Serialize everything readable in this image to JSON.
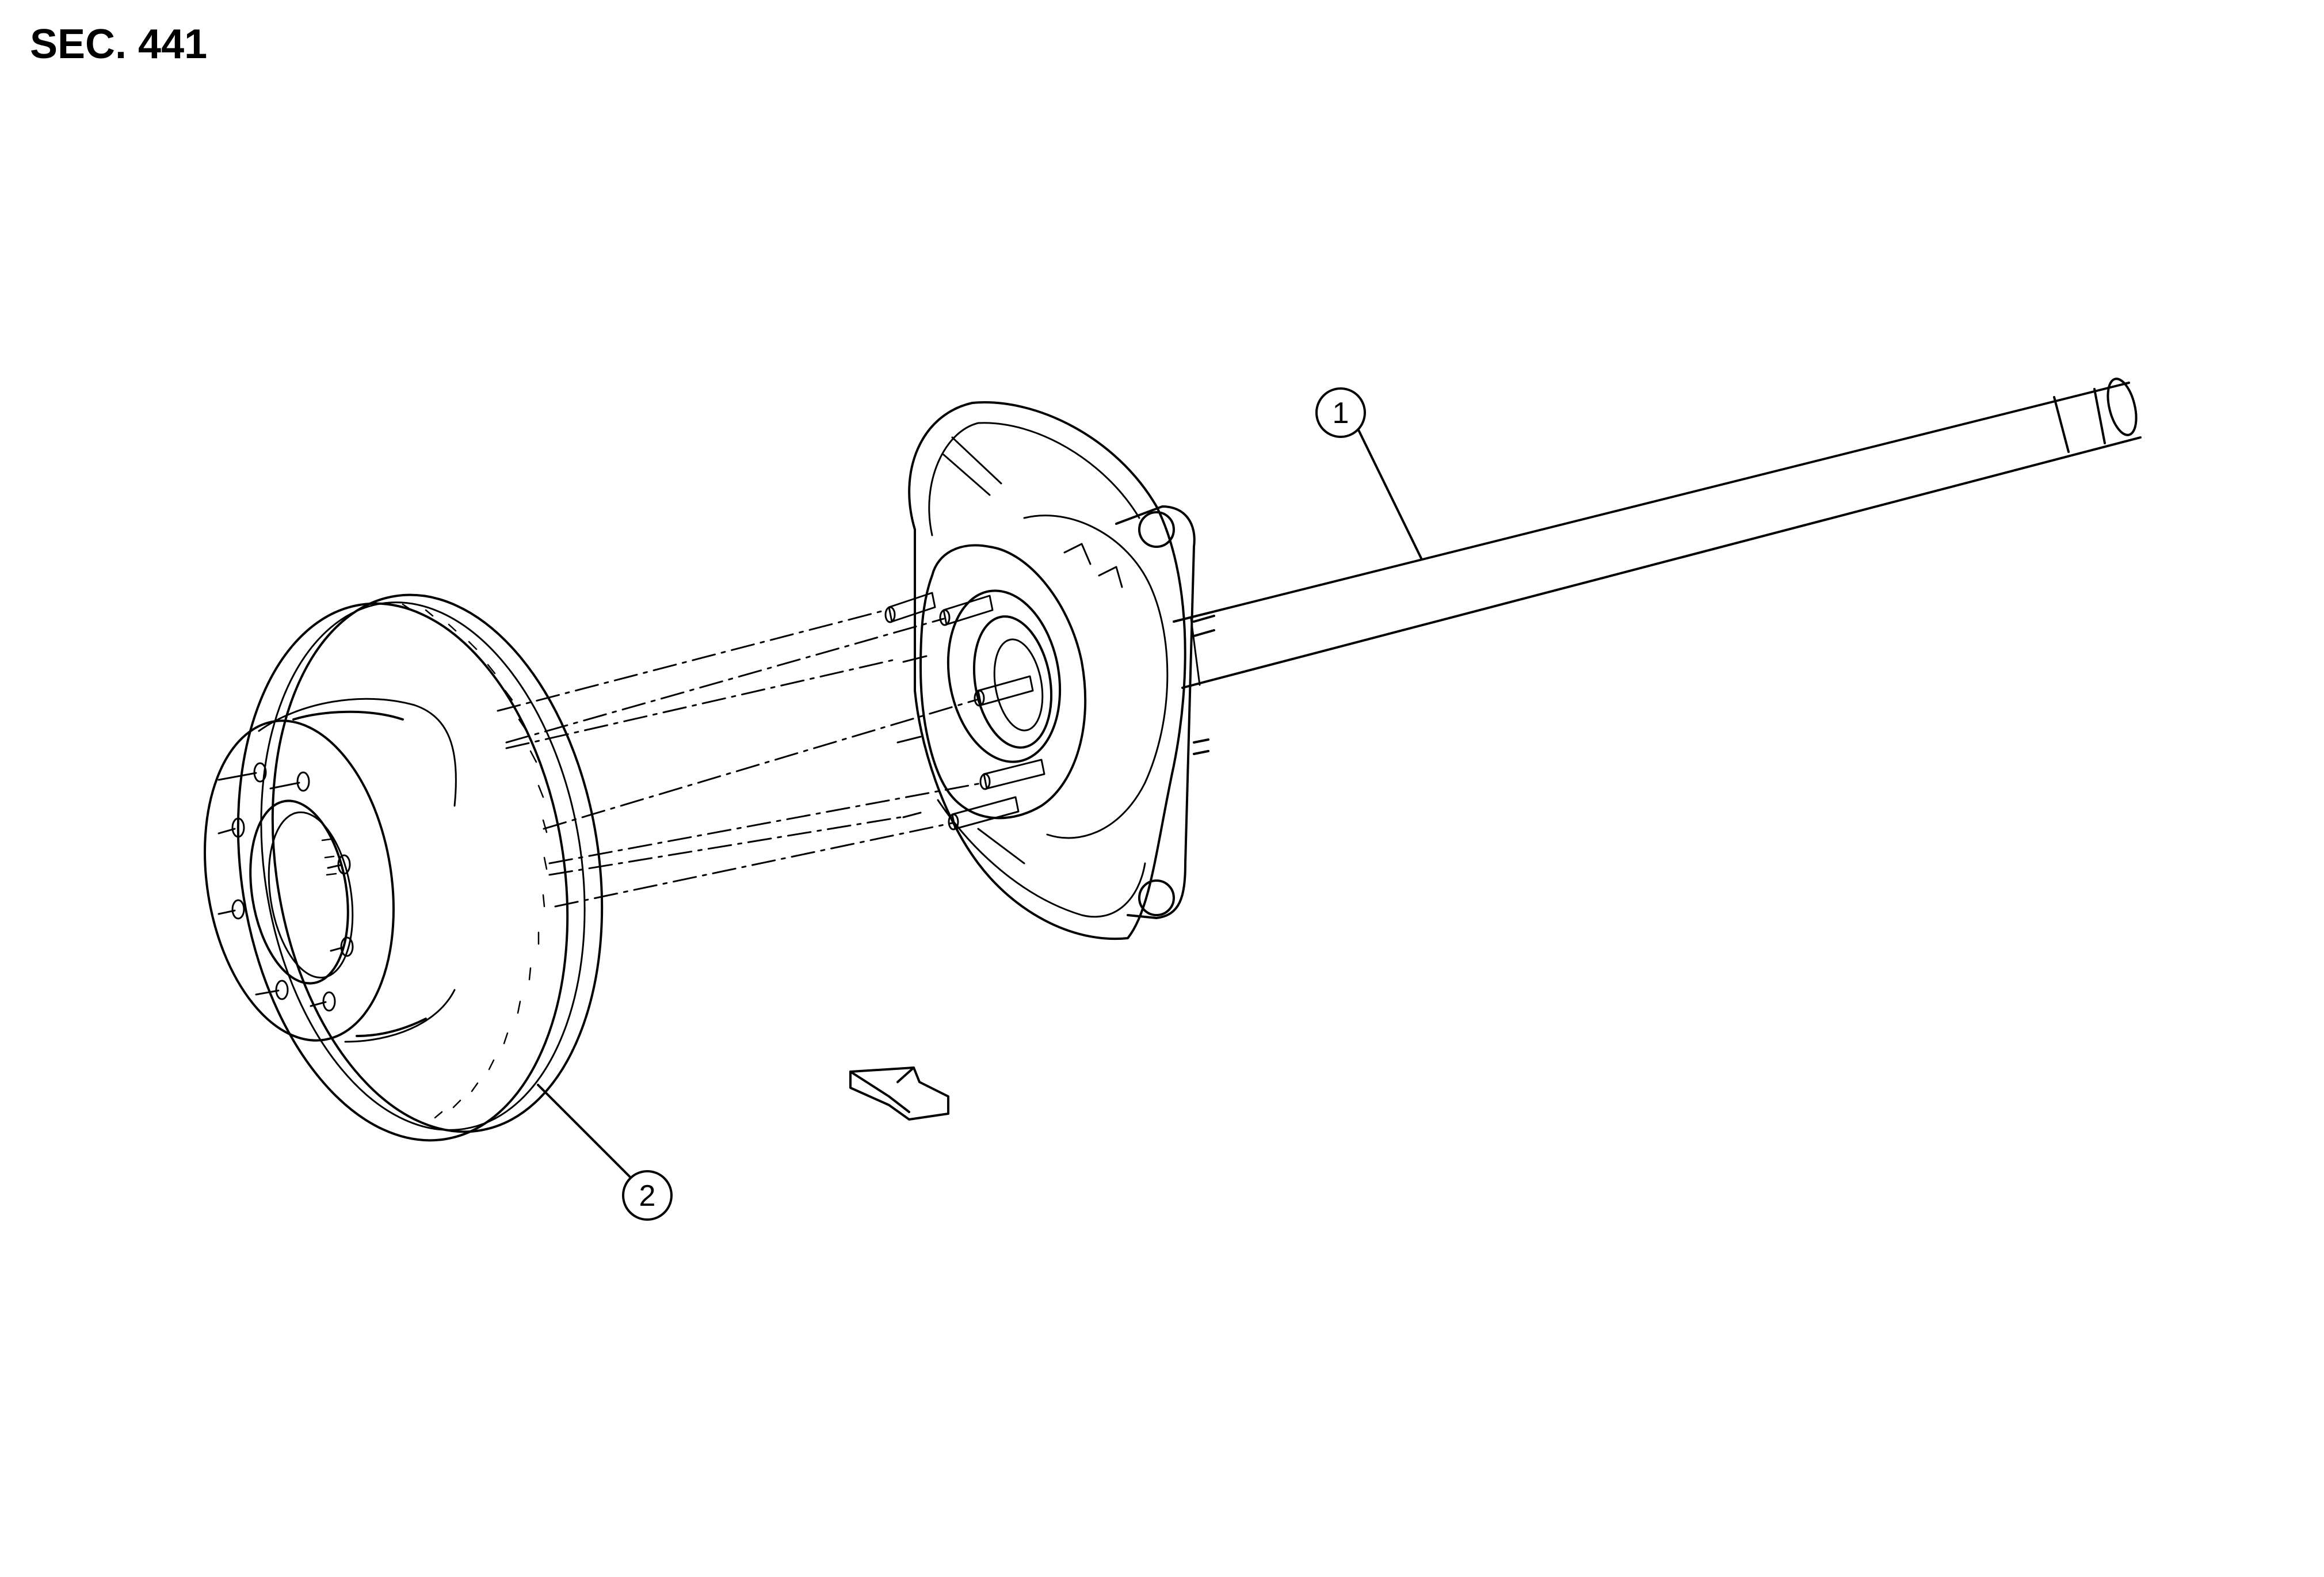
{
  "title": "SEC. 441",
  "callouts": [
    {
      "id": "1",
      "label": "1"
    },
    {
      "id": "2",
      "label": "2"
    }
  ],
  "colors": {
    "line": "#000000",
    "background": "#ffffff"
  }
}
